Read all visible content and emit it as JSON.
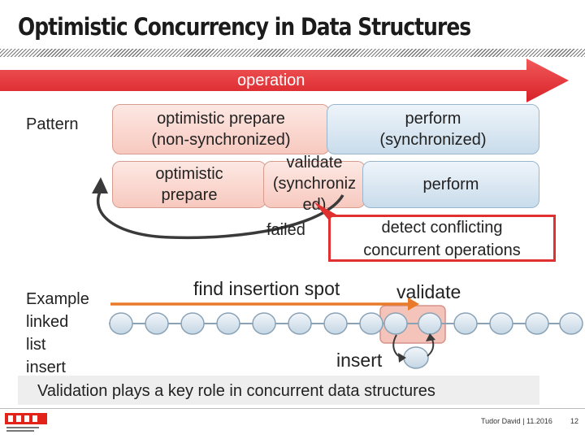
{
  "slide": {
    "title": "Optimistic Concurrency in Data Structures",
    "operation_label": "operation",
    "pattern_label": "Pattern",
    "boxes": {
      "optimistic_prepare_1": "optimistic prepare\n(non-synchronized)",
      "perform_1": "perform\n(synchronized)",
      "optimistic_prepare_2": "optimistic\nprepare",
      "validate": "validate\n(synchroniz\ned)",
      "perform_2": "perform"
    },
    "failed_label": "failed",
    "detect_label": "detect conflicting\nconcurrent operations",
    "example_label": "Example\nlinked\nlist\ninsert",
    "find_insertion_label": "find insertion spot",
    "validate_label": "validate",
    "insert_label": "insert",
    "conclusion": "Validation plays a key role in concurrent data structures",
    "footer": {
      "author_date": "Tudor David | 11.2016",
      "page_number": "12"
    },
    "colors": {
      "arrow_red": "#e8343a",
      "pink_box": "#f7c9bf",
      "blue_box": "#c9dceb",
      "frame_red": "#e03030",
      "orange_arrow": "#e87a2a"
    },
    "icons": {
      "logo": "epfl-logo"
    }
  }
}
